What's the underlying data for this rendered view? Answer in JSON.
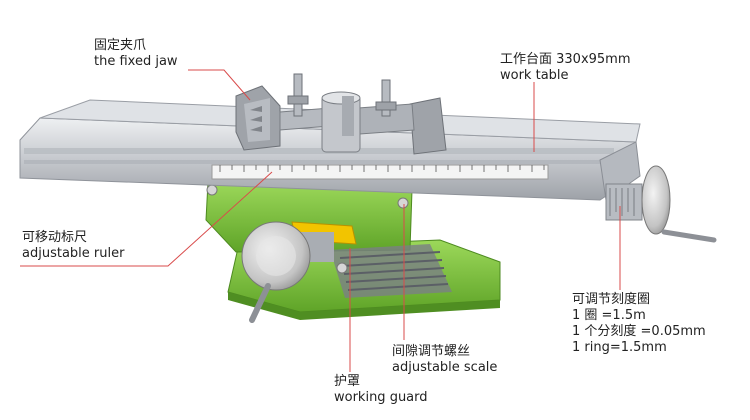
{
  "annotations": {
    "fixed_jaw": {
      "zh": "固定夹爪",
      "en": "the fixed jaw"
    },
    "work_table": {
      "zh": "工作台面 330x95mm",
      "en": "work table"
    },
    "adjustable_ruler": {
      "zh": "可移动标尺",
      "en": "adjustable ruler"
    },
    "handwheel": {
      "zh": "可调节刻度圈",
      "lines": [
        "1 圈 =1.5m",
        "1 个分刻度 =0.05mm",
        "1 ring=1.5mm"
      ]
    },
    "adjustable_scale": {
      "zh": "间隙调节螺丝",
      "en": "adjustable scale"
    },
    "working_guard": {
      "zh": "护罩",
      "en": "working guard"
    }
  },
  "colors": {
    "leader_line": "#d94b4b",
    "base_green": "#7ec43a",
    "slide_yellow": "#f2c400",
    "metal": "#c9cbcf"
  }
}
